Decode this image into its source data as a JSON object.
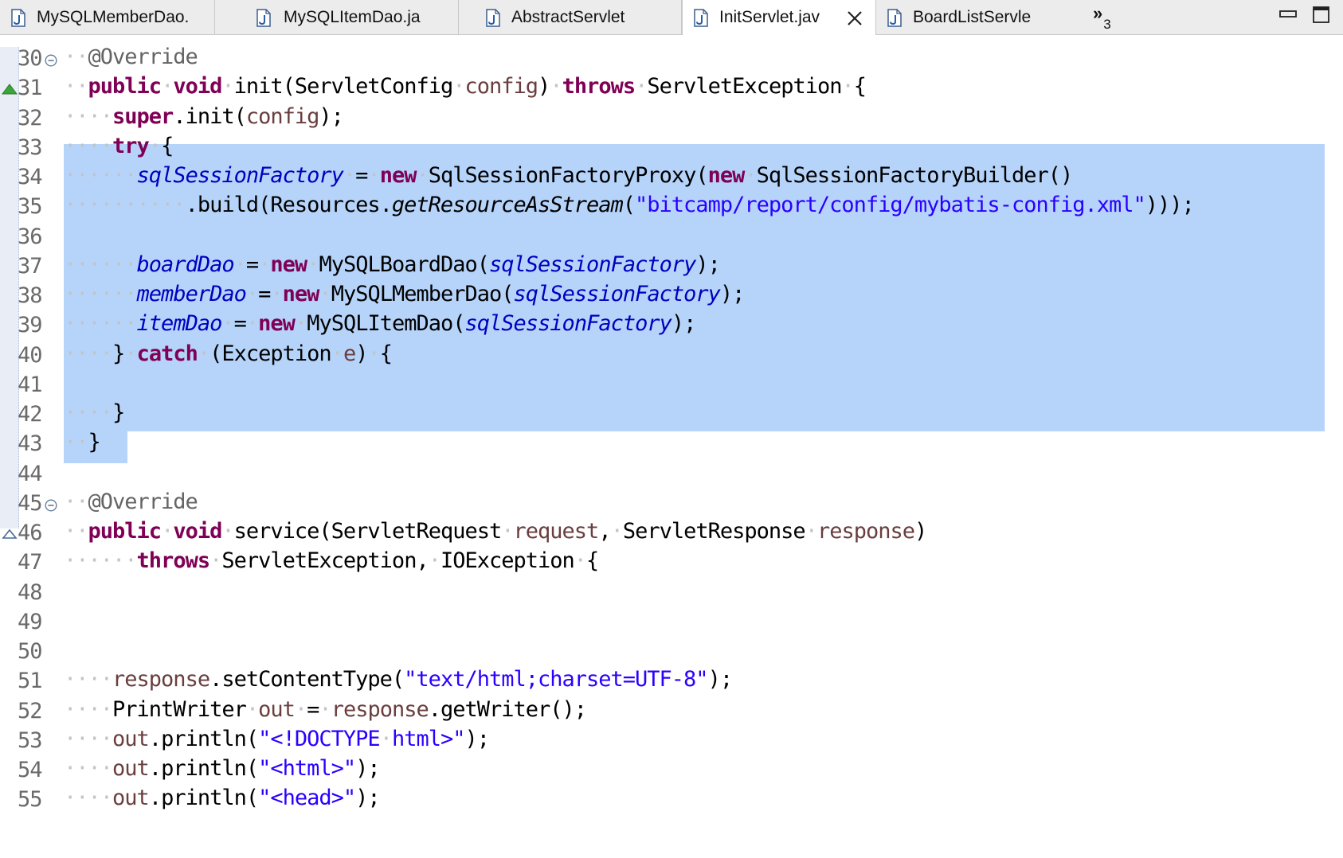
{
  "tabs": [
    {
      "label": "MySQLMemberDao.",
      "active": false
    },
    {
      "label": "MySQLItemDao.ja",
      "active": false
    },
    {
      "label": "AbstractServlet",
      "active": false
    },
    {
      "label": "InitServlet.jav",
      "active": true
    },
    {
      "label": "BoardListServle",
      "active": false
    }
  ],
  "overflow_count": "3",
  "icons": {
    "file": "java-file-icon",
    "close": "close-icon",
    "minimize": "minimize-icon",
    "maximize": "maximize-icon",
    "fold": "fold-collapse-icon",
    "override": "override-marker-icon",
    "implement": "implement-marker-icon"
  },
  "colors": {
    "keyword": "#7f0055",
    "annotation": "#646464",
    "parameter": "#6a3e3e",
    "field": "#0000c0",
    "string": "#2a00ff",
    "selection": "#b6d4fa",
    "line_number": "#6a6a6a",
    "whitespace_marker": "#c4c4c4"
  },
  "lines": [
    {
      "n": "30",
      "fold": true,
      "tokens": [
        [
          "ws",
          "··"
        ],
        [
          "an",
          "@Override"
        ]
      ]
    },
    {
      "n": "31",
      "marker": "override",
      "tokens": [
        [
          "ws",
          "··"
        ],
        [
          "kw",
          "public"
        ],
        [
          "ws",
          "·"
        ],
        [
          "kw",
          "void"
        ],
        [
          "ws",
          "·"
        ],
        [
          "id",
          "init(ServletConfig"
        ],
        [
          "ws",
          "·"
        ],
        [
          "par",
          "config"
        ],
        [
          "id",
          ")"
        ],
        [
          "ws",
          "·"
        ],
        [
          "kw",
          "throws"
        ],
        [
          "ws",
          "·"
        ],
        [
          "id",
          "ServletException"
        ],
        [
          "ws",
          "·"
        ],
        [
          "id",
          "{"
        ]
      ]
    },
    {
      "n": "32",
      "tokens": [
        [
          "ws",
          "····"
        ],
        [
          "kw",
          "super"
        ],
        [
          "id",
          ".init("
        ],
        [
          "par",
          "config"
        ],
        [
          "id",
          ");"
        ]
      ]
    },
    {
      "n": "33",
      "tokens": [
        [
          "ws",
          "····"
        ],
        [
          "kw",
          "try"
        ],
        [
          "ws",
          "·"
        ],
        [
          "id",
          "{"
        ]
      ]
    },
    {
      "n": "34",
      "tokens": [
        [
          "ws",
          "······"
        ],
        [
          "fld",
          "sqlSessionFactory"
        ],
        [
          "ws",
          "·"
        ],
        [
          "id",
          "="
        ],
        [
          "ws",
          "·"
        ],
        [
          "kw",
          "new"
        ],
        [
          "ws",
          "·"
        ],
        [
          "id",
          "SqlSessionFactoryProxy("
        ],
        [
          "kw",
          "new"
        ],
        [
          "ws",
          "·"
        ],
        [
          "id",
          "SqlSessionFactoryBuilder()"
        ]
      ]
    },
    {
      "n": "35",
      "tokens": [
        [
          "ws",
          "··········"
        ],
        [
          "id",
          ".build(Resources."
        ],
        [
          "sm",
          "getResourceAsStream"
        ],
        [
          "id",
          "("
        ],
        [
          "st",
          "\"bitcamp/report/config/mybatis-config.xml\""
        ],
        [
          "id",
          ")));"
        ]
      ]
    },
    {
      "n": "36",
      "tokens": []
    },
    {
      "n": "37",
      "tokens": [
        [
          "ws",
          "······"
        ],
        [
          "fld",
          "boardDao"
        ],
        [
          "ws",
          "·"
        ],
        [
          "id",
          "="
        ],
        [
          "ws",
          "·"
        ],
        [
          "kw",
          "new"
        ],
        [
          "ws",
          "·"
        ],
        [
          "id",
          "MySQLBoardDao("
        ],
        [
          "fld",
          "sqlSessionFactory"
        ],
        [
          "id",
          ");"
        ]
      ]
    },
    {
      "n": "38",
      "tokens": [
        [
          "ws",
          "······"
        ],
        [
          "fld",
          "memberDao"
        ],
        [
          "ws",
          "·"
        ],
        [
          "id",
          "="
        ],
        [
          "ws",
          "·"
        ],
        [
          "kw",
          "new"
        ],
        [
          "ws",
          "·"
        ],
        [
          "id",
          "MySQLMemberDao("
        ],
        [
          "fld",
          "sqlSessionFactory"
        ],
        [
          "id",
          ");"
        ]
      ]
    },
    {
      "n": "39",
      "tokens": [
        [
          "ws",
          "······"
        ],
        [
          "fld",
          "itemDao"
        ],
        [
          "ws",
          "·"
        ],
        [
          "id",
          "="
        ],
        [
          "ws",
          "·"
        ],
        [
          "kw",
          "new"
        ],
        [
          "ws",
          "·"
        ],
        [
          "id",
          "MySQLItemDao("
        ],
        [
          "fld",
          "sqlSessionFactory"
        ],
        [
          "id",
          ");"
        ]
      ]
    },
    {
      "n": "40",
      "tokens": [
        [
          "ws",
          "····"
        ],
        [
          "id",
          "}"
        ],
        [
          "ws",
          "·"
        ],
        [
          "kw",
          "catch"
        ],
        [
          "ws",
          "·"
        ],
        [
          "id",
          "(Exception"
        ],
        [
          "ws",
          "·"
        ],
        [
          "par",
          "e"
        ],
        [
          "id",
          ")"
        ],
        [
          "ws",
          "·"
        ],
        [
          "id",
          "{"
        ]
      ]
    },
    {
      "n": "41",
      "tokens": []
    },
    {
      "n": "42",
      "tokens": [
        [
          "ws",
          "····"
        ],
        [
          "id",
          "}"
        ]
      ]
    },
    {
      "n": "43",
      "tokens": [
        [
          "ws",
          "··"
        ],
        [
          "id",
          "}"
        ]
      ]
    },
    {
      "n": "44",
      "tokens": []
    },
    {
      "n": "45",
      "fold": true,
      "tokens": [
        [
          "ws",
          "··"
        ],
        [
          "an",
          "@Override"
        ]
      ]
    },
    {
      "n": "46",
      "marker": "implement",
      "tokens": [
        [
          "ws",
          "··"
        ],
        [
          "kw",
          "public"
        ],
        [
          "ws",
          "·"
        ],
        [
          "kw",
          "void"
        ],
        [
          "ws",
          "·"
        ],
        [
          "id",
          "service(ServletRequest"
        ],
        [
          "ws",
          "·"
        ],
        [
          "par",
          "request"
        ],
        [
          "id",
          ","
        ],
        [
          "ws",
          "·"
        ],
        [
          "id",
          "ServletResponse"
        ],
        [
          "ws",
          "·"
        ],
        [
          "par",
          "response"
        ],
        [
          "id",
          ")"
        ]
      ]
    },
    {
      "n": "47",
      "tokens": [
        [
          "ws",
          "······"
        ],
        [
          "kw",
          "throws"
        ],
        [
          "ws",
          "·"
        ],
        [
          "id",
          "ServletException,"
        ],
        [
          "ws",
          "·"
        ],
        [
          "id",
          "IOException"
        ],
        [
          "ws",
          "·"
        ],
        [
          "id",
          "{"
        ]
      ]
    },
    {
      "n": "48",
      "tokens": []
    },
    {
      "n": "49",
      "tokens": []
    },
    {
      "n": "50",
      "tokens": []
    },
    {
      "n": "51",
      "tokens": [
        [
          "ws",
          "····"
        ],
        [
          "par",
          "response"
        ],
        [
          "id",
          ".setContentType("
        ],
        [
          "st",
          "\"text/html;charset=UTF-8\""
        ],
        [
          "id",
          ");"
        ]
      ]
    },
    {
      "n": "52",
      "tokens": [
        [
          "ws",
          "····"
        ],
        [
          "id",
          "PrintWriter"
        ],
        [
          "ws",
          "·"
        ],
        [
          "par",
          "out"
        ],
        [
          "ws",
          "·"
        ],
        [
          "id",
          "="
        ],
        [
          "ws",
          "·"
        ],
        [
          "par",
          "response"
        ],
        [
          "id",
          ".getWriter();"
        ]
      ]
    },
    {
      "n": "53",
      "tokens": [
        [
          "ws",
          "····"
        ],
        [
          "par",
          "out"
        ],
        [
          "id",
          ".println("
        ],
        [
          "st",
          "\"<!DOCTYPE"
        ],
        [
          "ws",
          "·"
        ],
        [
          "st",
          "html>\""
        ],
        [
          "id",
          ");"
        ]
      ]
    },
    {
      "n": "54",
      "tokens": [
        [
          "ws",
          "····"
        ],
        [
          "par",
          "out"
        ],
        [
          "id",
          ".println("
        ],
        [
          "st",
          "\"<html>\""
        ],
        [
          "id",
          ");"
        ]
      ]
    },
    {
      "n": "55",
      "tokens": [
        [
          "ws",
          "····"
        ],
        [
          "par",
          "out"
        ],
        [
          "id",
          ".println("
        ],
        [
          "st",
          "\"<head>\""
        ],
        [
          "id",
          ");"
        ]
      ]
    }
  ]
}
